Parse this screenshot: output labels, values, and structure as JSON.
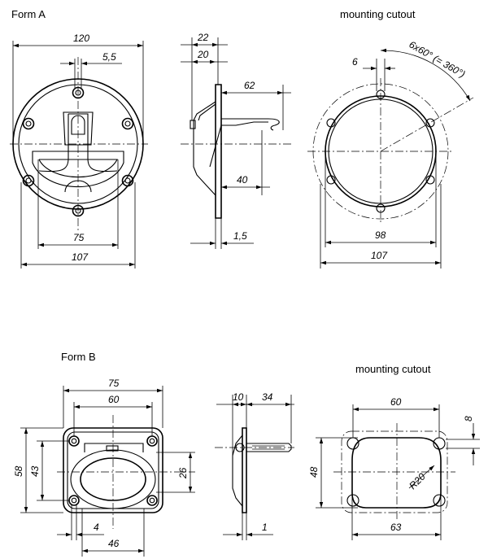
{
  "form_a": {
    "title": "Form A",
    "cutout_title": "mounting cutout",
    "front": {
      "d120": "120",
      "d5_5": "5,5",
      "d75": "75",
      "d107": "107"
    },
    "side": {
      "d22": "22",
      "d20": "20",
      "d62": "62",
      "d40": "40",
      "d1_5": "1,5"
    },
    "cutout": {
      "d6": "6",
      "angle": "6x60° (= 360°)",
      "d98": "98",
      "d107": "107"
    }
  },
  "form_b": {
    "title": "Form B",
    "cutout_title": "mounting cutout",
    "front": {
      "d75": "75",
      "d60": "60",
      "d58": "58",
      "d43": "43",
      "d26": "26",
      "d4": "4",
      "d46": "46"
    },
    "side": {
      "d10": "10",
      "d34": "34",
      "d1": "1"
    },
    "cutout": {
      "d60": "60",
      "d8": "8",
      "d48": "48",
      "r20": "R20",
      "d63": "63"
    }
  }
}
